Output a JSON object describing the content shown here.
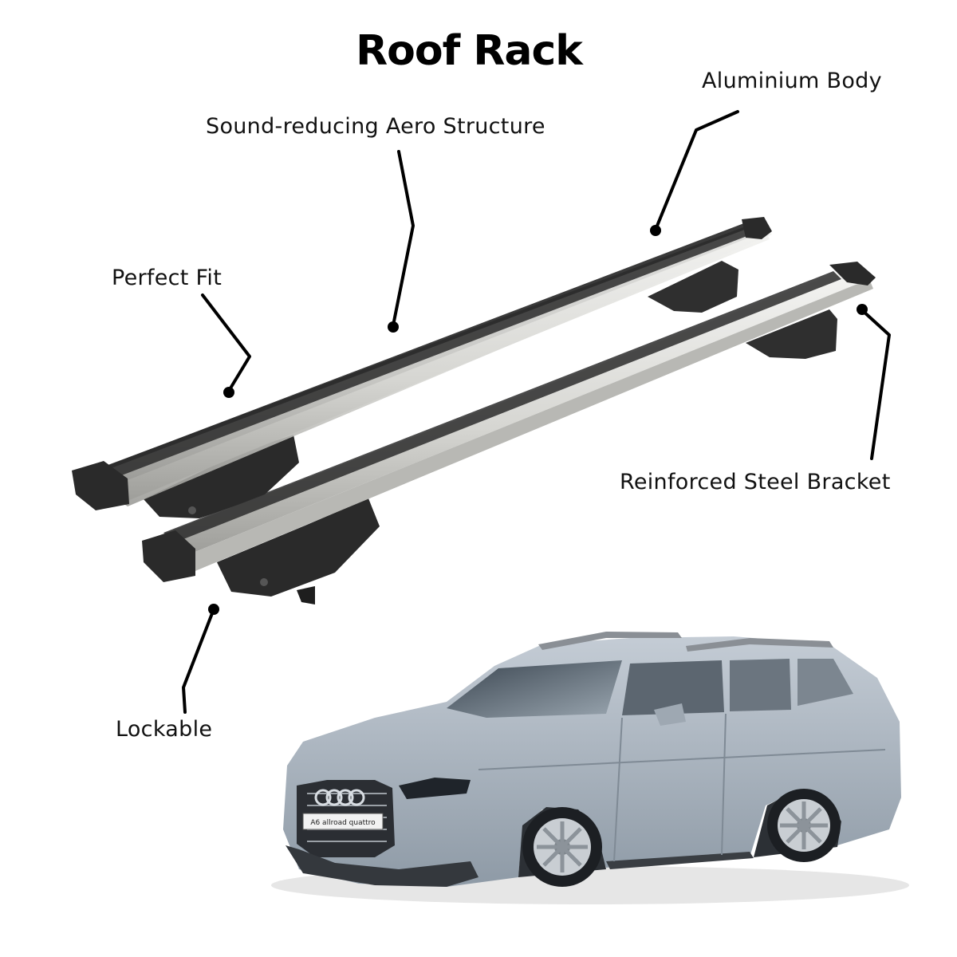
{
  "page": {
    "title": "Roof Rack"
  },
  "features": {
    "aero": "Sound-reducing Aero Structure",
    "aluminium": "Aluminium Body",
    "perfect_fit": "Perfect Fit",
    "bracket": "Reinforced Steel Bracket",
    "lockable": "Lockable"
  },
  "car": {
    "plate": "A6 allroad quattro"
  },
  "colors": {
    "background": "#ffffff",
    "text": "#111111",
    "bar_aluminium": "#dcdcd8",
    "foot_plastic": "#2a2a2a",
    "car_body": "#a9b4c0"
  },
  "icons": [
    "leader-dot",
    "car-illustration",
    "roof-rack-illustration"
  ]
}
